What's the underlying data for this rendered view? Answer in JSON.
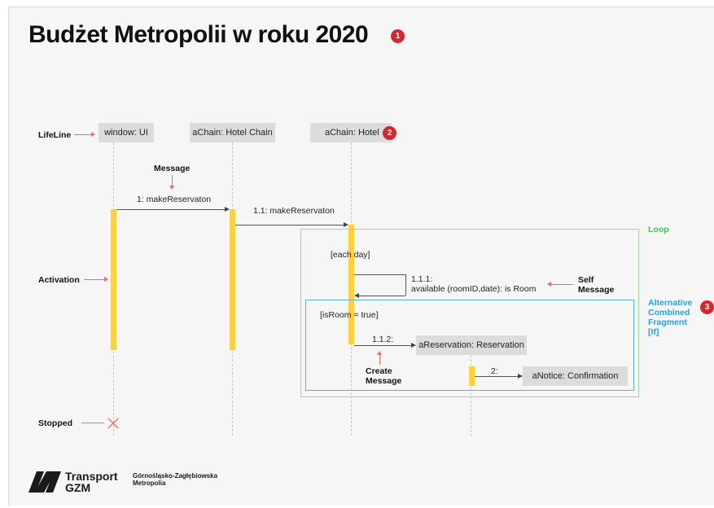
{
  "title": "Budżet Metropolii w roku 2020",
  "badges": {
    "b1": "1",
    "b2": "2",
    "b3": "3"
  },
  "lifelines": {
    "window": "window: UI",
    "chain": "aChain: Hotel Chain",
    "hotel": "aChain: Hotel",
    "reservation": "aReservation: Reservation",
    "notice": "aNotice: Confirmation"
  },
  "messages": {
    "m1": "1: makeReservaton",
    "m2": "1.1: makeReservaton",
    "m3_num": "1.1.1:",
    "m3_text": "available (roomID,date): is Room",
    "m4": "1.1.2:",
    "m5": "2:"
  },
  "guards": {
    "each_day": "[each day]",
    "is_room": "[isRoom = true]"
  },
  "annotations": {
    "lifeline": "LifeLine",
    "message": "Message",
    "activation": "Activation",
    "self_message_1": "Self",
    "self_message_2": "Message",
    "create_message_1": "Create",
    "create_message_2": "Message",
    "stopped": "Stopped",
    "loop": "Loop",
    "alt_1": "Alternative",
    "alt_2": "Combined",
    "alt_3": "Fragment",
    "alt_4": "[If]"
  },
  "footer": {
    "logo_line1": "Transport",
    "logo_line2": "GZM",
    "org_line1": "Górnośląsko-Zagłębiowska",
    "org_line2": "Metropolia"
  },
  "colors": {
    "activation": "#fcd03e",
    "loop": "#4bbf5a",
    "alt": "#2a9ee0",
    "badge": "#d6262f",
    "annotation_arrow": "#f06a6a"
  }
}
